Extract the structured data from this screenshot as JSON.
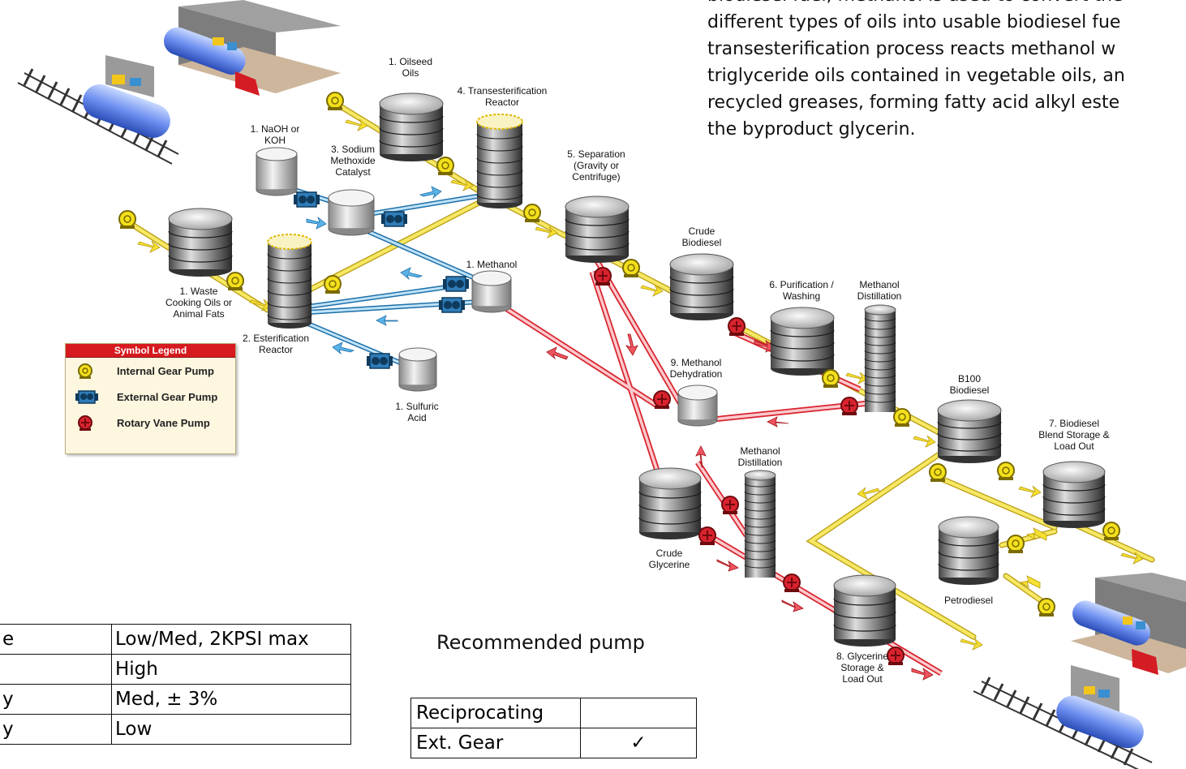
{
  "intro_lines": [
    "biodiesel fuel, methanol is used to convert the",
    "different types of oils into usable biodiesel fue",
    "transesterification process reacts methanol w",
    "triglyceride oils contained in vegetable oils, an",
    "recycled greases, forming fatty acid alkyl este",
    "the byproduct glycerin."
  ],
  "labels": {
    "oilseed": "1. Oilseed\nOils",
    "transreactor": "4. Transesterification\nReactor",
    "naoh": "1. NaOH or\nKOH",
    "sodium": "3. Sodium\nMethoxide\nCatalyst",
    "separation": "5. Separation\n(Gravity or\nCentrifuge)",
    "crude_bio": "Crude\nBiodiesel",
    "waste": "1. Waste\nCooking Oils or\nAnimal Fats",
    "esterif": "2. Esterification\nReactor",
    "methanol": "1. Methanol",
    "purification": "6. Purification /\nWashing",
    "meoh_dist1": "Methanol\nDistillation",
    "sulfuric": "1. Sulfuric\nAcid",
    "meoh_dehyd": "9. Methanol\nDehydration",
    "b100": "B100\nBiodiesel",
    "blend": "7. Biodiesel\nBlend Storage &\nLoad Out",
    "meoh_dist2": "Methanol\nDistillation",
    "crude_gly": "Crude\nGlycerine",
    "petro": "Petrodiesel",
    "gly_storage": "8. Glycerine\nStorage &\nLoad Out"
  },
  "legend": {
    "title": "Symbol Legend",
    "items": [
      "Internal Gear Pump",
      "External Gear Pump",
      "Rotary Vane Pump"
    ]
  },
  "spec_table": [
    {
      "key": "e",
      "value": "Low/Med, 2KPSI max"
    },
    {
      "key": "",
      "value": "High"
    },
    {
      "key": "y",
      "value": "Med, ± 3%"
    },
    {
      "key": "y",
      "value": "Low"
    }
  ],
  "recommended_title": "Recommended pump",
  "recommended": [
    {
      "pump": "Reciprocating",
      "mark": ""
    },
    {
      "pump": "Ext. Gear",
      "mark": "✓"
    }
  ],
  "icons": {
    "internal_gear_pump": "internal-gear-pump-icon",
    "external_gear_pump": "external-gear-pump-icon",
    "rotary_vane_pump": "rotary-vane-pump-icon"
  },
  "colors": {
    "yellow_line": "#f2dd3a",
    "blue_line": "#4aa3df",
    "red_line": "#e64a52",
    "internal_pump": "#f4e01c",
    "external_pump": "#1f5d8c",
    "vane_pump": "#c4161c",
    "legend_header": "#d61a1f"
  }
}
